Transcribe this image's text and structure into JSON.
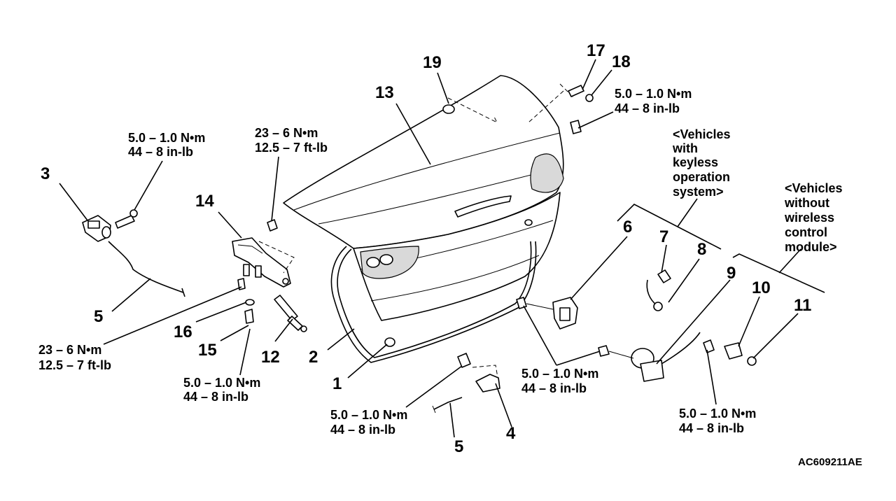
{
  "callouts": {
    "c1": "1",
    "c2": "2",
    "c3": "3",
    "c4": "4",
    "c5a": "5",
    "c5b": "5",
    "c6": "6",
    "c7": "7",
    "c8": "8",
    "c9": "9",
    "c10": "10",
    "c11": "11",
    "c12": "12",
    "c13": "13",
    "c14": "14",
    "c15": "15",
    "c16": "16",
    "c17": "17",
    "c18": "18",
    "c19": "19"
  },
  "torques": {
    "t_actuator_nm": "5.0 – 1.0 N•m",
    "t_actuator_lb": "44 – 8 in-lb",
    "t_hinge_top_nm": "23 – 6 N•m",
    "t_hinge_top_lb": "12.5 – 7 ft-lb",
    "t_hinge_bot_nm": "23 – 6 N•m",
    "t_hinge_bot_lb": "12.5 – 7 ft-lb",
    "t_strut_nm": "5.0 – 1.0 N•m",
    "t_strut_lb": "44 – 8 in-lb",
    "t_latch_nm": "5.0 – 1.0 N•m",
    "t_latch_lb": "44 – 8 in-lb",
    "t_lock_nm": "5.0 – 1.0 N•m",
    "t_lock_lb": "44 – 8 in-lb",
    "t_cylinder_nm": "5.0 – 1.0 N•m",
    "t_cylinder_lb": "44 – 8 in-lb",
    "t_stopper_nm": "5.0 – 1.0 N•m",
    "t_stopper_lb": "44 – 8 in-lb"
  },
  "notes": {
    "keyless": [
      "<Vehicles",
      "with",
      "keyless",
      "operation",
      "system>"
    ],
    "wireless": [
      "<Vehicles",
      "without",
      "wireless",
      "control",
      "module>"
    ]
  },
  "figure_code": "AC609211AE"
}
